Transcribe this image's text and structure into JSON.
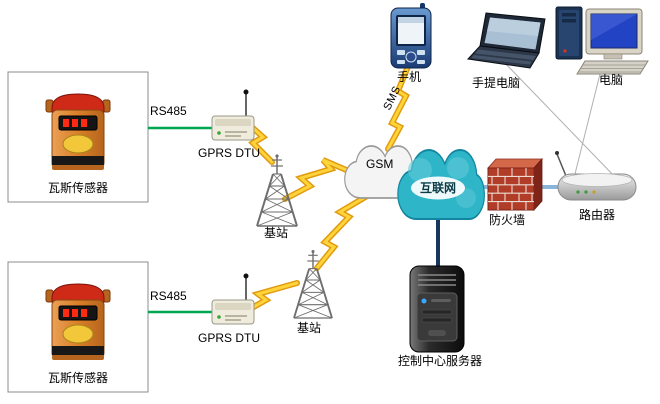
{
  "diagram": {
    "nodes": {
      "sensor1": {
        "label": "瓦斯传感器"
      },
      "sensor2": {
        "label": "瓦斯传感器"
      },
      "dtu1": {
        "label": "GPRS DTU"
      },
      "dtu2": {
        "label": "GPRS DTU"
      },
      "base_station1": {
        "label": "基站"
      },
      "base_station2": {
        "label": "基站"
      },
      "gsm_network": {
        "label": "GSM"
      },
      "internet": {
        "label": "互联网"
      },
      "mobile_phone": {
        "label": "手机"
      },
      "laptop": {
        "label": "手提电脑"
      },
      "desktop_pc": {
        "label": "电脑"
      },
      "firewall": {
        "label": "防火墙"
      },
      "router": {
        "label": "路由器"
      },
      "control_center_server": {
        "label": "控制中心服务器"
      }
    },
    "links": {
      "rs485_top": {
        "label": "RS485"
      },
      "rs485_bottom": {
        "label": "RS485"
      },
      "sms": {
        "label": "SMS"
      }
    },
    "colors": {
      "rs485_line": "#00a651",
      "lightning": "#ffd43a",
      "lightning_edge": "#e09b10",
      "gsm_cloud_fill": "#f4f4f4",
      "internet_cloud_fill": "#2fb5c8",
      "firewall_brick": "#b13c28",
      "lan_pipe": "#8ab4d8",
      "server_link": "#17375e"
    }
  }
}
